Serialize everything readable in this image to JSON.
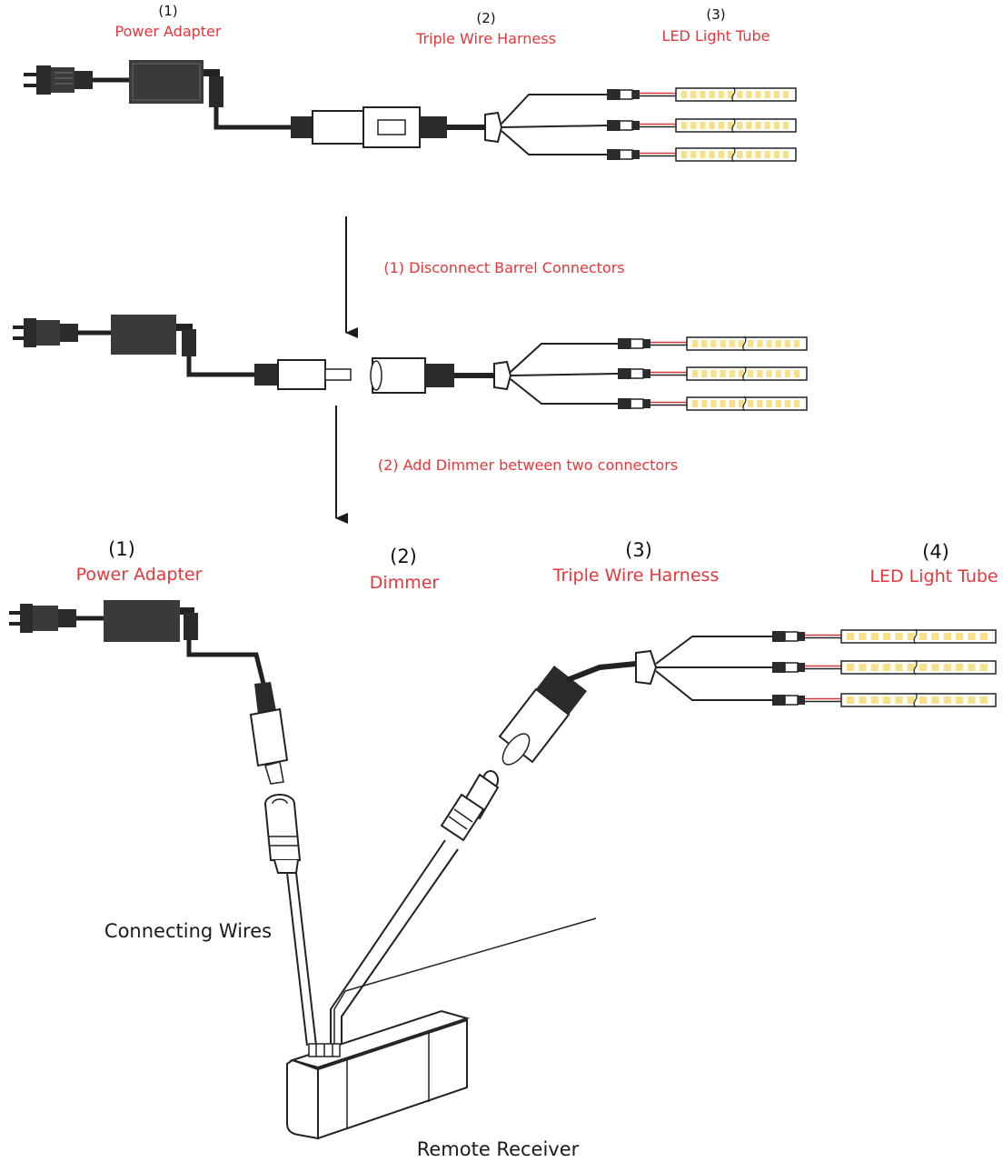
{
  "colors": {
    "label_red": "#e8363a",
    "ink": "#1a1a1a",
    "led": "#f6e08a",
    "red_wire": "#d83b3b"
  },
  "top_diagram": {
    "power_adapter": {
      "number": "(1)",
      "name": "Power Adapter"
    },
    "harness": {
      "number": "(2)",
      "name": "Triple Wire Harness"
    },
    "led_tube": {
      "number": "(3)",
      "name": "LED Light Tube"
    }
  },
  "steps": {
    "step1": "(1) Disconnect Barrel Connectors",
    "step2": "(2) Add Dimmer between two connectors"
  },
  "bottom_diagram": {
    "power_adapter": {
      "number": "(1)",
      "name": "Power Adapter"
    },
    "dimmer": {
      "number": "(2)",
      "name": "Dimmer"
    },
    "harness": {
      "number": "(3)",
      "name": "Triple Wire Harness"
    },
    "led_tube": {
      "number": "(4)",
      "name": "LED Light Tube"
    },
    "connecting_wires": "Connecting Wires",
    "remote_receiver": "Remote Receiver"
  },
  "icons": [
    "plug-icon",
    "adapter-icon",
    "barrel-connector-icon",
    "splitter-icon",
    "led-strip-icon",
    "arrow-down-icon",
    "remote-receiver-icon"
  ]
}
